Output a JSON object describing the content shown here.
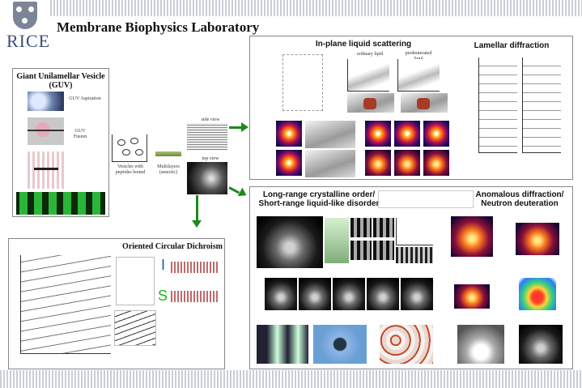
{
  "header": {
    "logo_text": "RICE",
    "title": "Membrane Biophysics Laboratory"
  },
  "guv": {
    "title": "Giant Unilamellar Vesicle (GUV)",
    "aspiration_label": "GUV Aspiration",
    "fusion_label": "GUV Fusion"
  },
  "middle": {
    "vesicles_label": "Vesicles with peptides bound",
    "multilayers_label": "Multilayers (smectic)",
    "side_view_label": "side view",
    "top_view_label": "top view"
  },
  "scattering": {
    "title": "In-plane liquid scattering",
    "ordinary_label": "ordinary lipid",
    "perdeuterated_label": "perdeuterated lipid",
    "lamellar_title": "Lamellar diffraction"
  },
  "crystal": {
    "title_line1": "Long-range crystalline order/",
    "title_line2": "Short-range liquid-like disorder",
    "anomalous_line1": "Anomalous diffraction/",
    "anomalous_line2": "Neutron deuteration"
  },
  "ocd": {
    "title": "Oriented Circular Dichroism",
    "i_label": "I",
    "s_label": "S"
  },
  "colors": {
    "arrow": "#1c8a1c",
    "logo": "#3d4f7a",
    "i_color": "#1f4fd1",
    "s_color": "#18b818"
  }
}
